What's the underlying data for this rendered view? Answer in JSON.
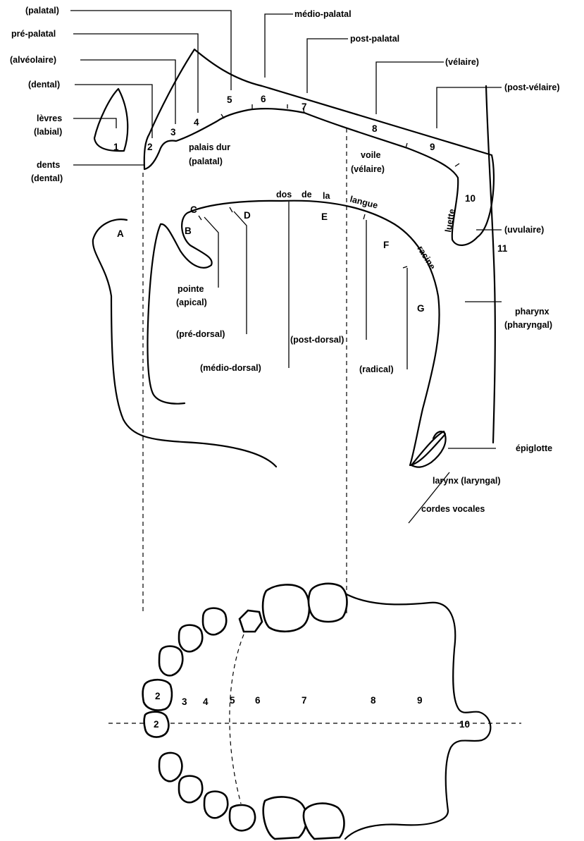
{
  "labels": {
    "palatal": "(palatal)",
    "pre_palatal": "pré-palatal",
    "alveolaire": "(alvéolaire)",
    "dental_top": "(dental)",
    "levres": "lèvres",
    "labial": "(labial)",
    "dents": "dents",
    "dental_bottom": "(dental)",
    "medio_palatal": "médio-palatal",
    "post_palatal": "post-palatal",
    "velaire": "(vélaire)",
    "post_velaire": "(post-vélaire)",
    "palais_dur": "palais dur",
    "palais_dur_palatal": "(palatal)",
    "voile": "voile",
    "voile_velaire": "(vélaire)",
    "luette": "luette",
    "uvulaire": "(uvulaire)",
    "dos": "dos",
    "de": "de",
    "la": "la",
    "langue": "langue",
    "racine": "racine",
    "pointe": "pointe",
    "apical": "(apical)",
    "pre_dorsal": "(pré-dorsal)",
    "medio_dorsal": "(médio-dorsal)",
    "post_dorsal": "(post-dorsal)",
    "radical": "(radical)",
    "pharynx": "pharynx",
    "pharyngal": "(pharyngal)",
    "epiglotte": "épiglotte",
    "larynx": "larynx (laryngal)",
    "cordes_vocales": "cordes vocales"
  },
  "letters": [
    "A",
    "B",
    "C",
    "D",
    "E",
    "F",
    "G"
  ],
  "side_numbers": [
    "1",
    "2",
    "3",
    "4",
    "5",
    "6",
    "7",
    "8",
    "9",
    "10",
    "11"
  ],
  "bottom_numbers": [
    "2",
    "2",
    "3",
    "4",
    "5",
    "6",
    "7",
    "8",
    "9",
    "10"
  ]
}
